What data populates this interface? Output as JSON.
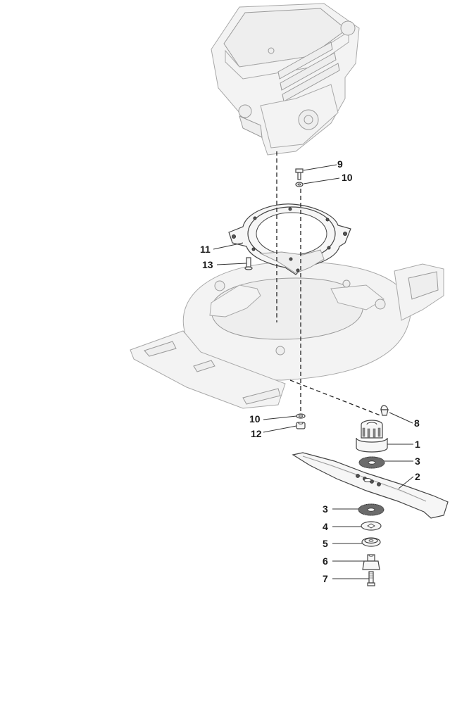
{
  "diagram": {
    "callouts": [
      {
        "id": "c9",
        "label": "9"
      },
      {
        "id": "c10a",
        "label": "10"
      },
      {
        "id": "c11",
        "label": "11"
      },
      {
        "id": "c13",
        "label": "13"
      },
      {
        "id": "c8",
        "label": "8"
      },
      {
        "id": "c10b",
        "label": "10"
      },
      {
        "id": "c12",
        "label": "12"
      },
      {
        "id": "c1",
        "label": "1"
      },
      {
        "id": "c3a",
        "label": "3"
      },
      {
        "id": "c2",
        "label": "2"
      },
      {
        "id": "c3b",
        "label": "3"
      },
      {
        "id": "c4",
        "label": "4"
      },
      {
        "id": "c5",
        "label": "5"
      },
      {
        "id": "c6",
        "label": "6"
      },
      {
        "id": "c7",
        "label": "7"
      }
    ]
  }
}
